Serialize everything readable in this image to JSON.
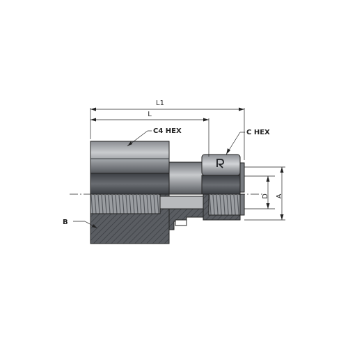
{
  "labels": {
    "l1": "L1",
    "l": "L",
    "c4_hex": "C4 HEX",
    "c_hex": "C HEX",
    "b": "B",
    "d": "D",
    "a": "A"
  },
  "logo_icon": "brand-mark-icon",
  "colors": {
    "body_dark": "#4a4d52",
    "body_mid": "#7a7d82",
    "body_light": "#a9abaf",
    "highlight": "#d4d6d9",
    "line": "#222222"
  }
}
